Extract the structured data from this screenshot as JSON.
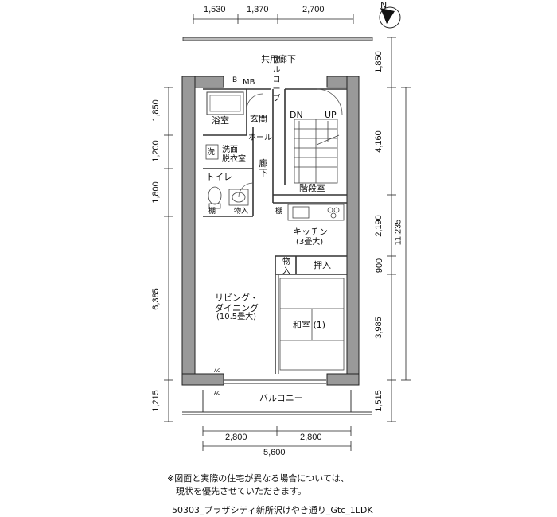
{
  "dimensions": {
    "top": [
      "1,530",
      "1,370",
      "2,700"
    ],
    "bottom": [
      "2,800",
      "2,800"
    ],
    "bottom_total": "5,600",
    "left": [
      "1,850",
      "1,200",
      "1,800",
      "6,385",
      "1,215"
    ],
    "right_inner": [
      "1,850",
      "4,160",
      "2,190",
      "900",
      "3,985",
      "1,515"
    ],
    "right_total": "11,235"
  },
  "rooms": {
    "corridor_common": "共用廊下",
    "alcove": "アルコーブ",
    "mb": "MB",
    "b": "B",
    "bath": "浴室",
    "entrance": "玄関",
    "hall": "ホール",
    "washroom_mark": "洗",
    "washroom": "洗面\n脱衣室",
    "toilet": "トイレ",
    "hallway": "廊下",
    "shelf": "棚",
    "storage": "物入",
    "stairs_dn": "DN",
    "stairs_up": "UP",
    "stairwell": "階段室",
    "kitchen": "キッチン",
    "kitchen_size": "(3畳大)",
    "closet": "押入",
    "living": "リビング・\nダイニング",
    "living_size": "(10.5畳大)",
    "japanese_room": "和室 (1)",
    "balcony": "バルコニー",
    "ac": "AC"
  },
  "compass": "N",
  "note": "※図面と実際の住宅が異なる場合については、\n　現状を優先させていただきます。",
  "caption": "50303_プラザシティ新所沢けやき通り_Gtc_1LDK"
}
